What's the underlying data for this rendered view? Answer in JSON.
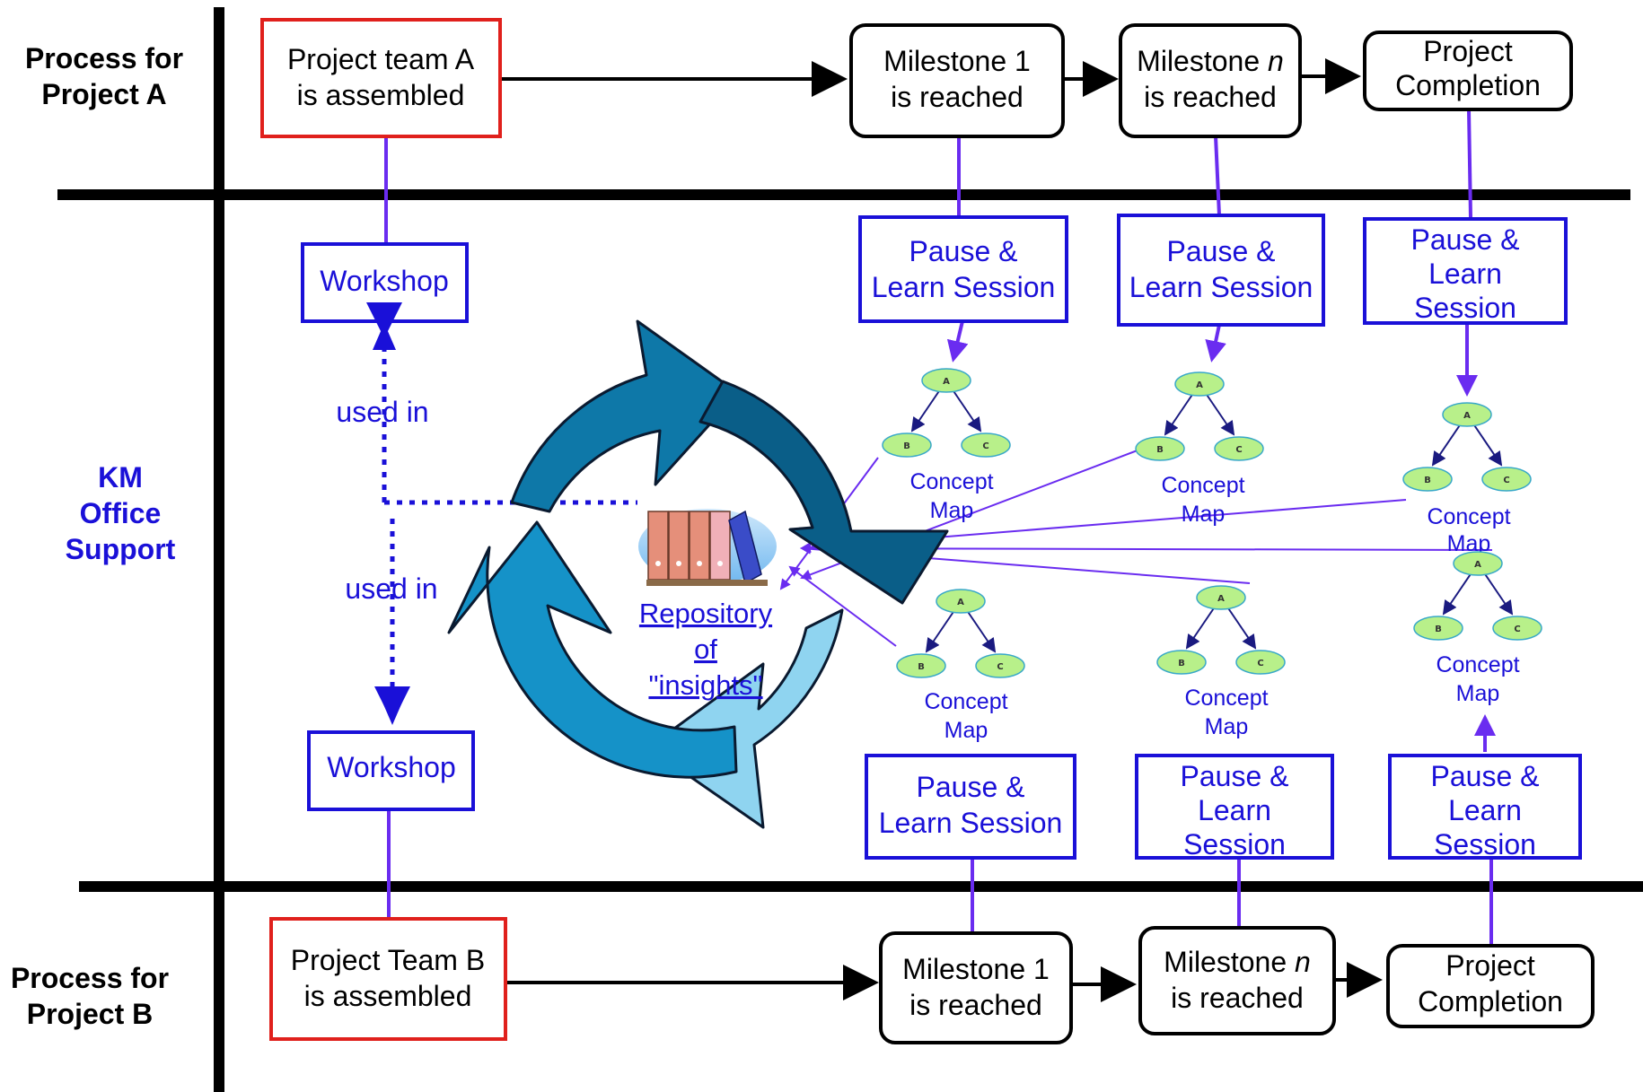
{
  "lanes": {
    "project_a": [
      "Process for",
      "Project A"
    ],
    "km_office": [
      "KM",
      "Office",
      "Support"
    ],
    "project_b": [
      "Process for",
      "Project B"
    ]
  },
  "project_a": {
    "team": [
      "Project team A",
      "is assembled"
    ],
    "milestone_1": [
      "Milestone 1",
      "is reached"
    ],
    "milestone_n": [
      "Milestone ",
      "n",
      " is reached"
    ],
    "completion": [
      "Project",
      "Completion"
    ]
  },
  "project_b": {
    "team": [
      "Project Team B",
      "is assembled"
    ],
    "milestone_1": [
      "Milestone 1",
      "is reached"
    ],
    "milestone_n": [
      "Milestone ",
      "n",
      " is reached"
    ],
    "completion": [
      "Project",
      "Completion"
    ]
  },
  "km": {
    "workshop": "Workshop",
    "used_in": "used in",
    "pause_learn_2line": [
      "Pause &",
      "Learn Session"
    ],
    "pause_learn_3line": [
      "Pause &",
      "Learn",
      "Session"
    ],
    "concept_map": [
      "Concept",
      "Map"
    ],
    "node_labels": [
      "A",
      "B",
      "C"
    ],
    "repository": [
      "Repository",
      "of",
      "\"insights\""
    ]
  },
  "colors": {
    "red_box": "#e0201c",
    "blue": "#1a10d8",
    "purple_line": "#6a2cf0",
    "node_fill": "#b8f08a",
    "arrow_dark": "#0a5e88",
    "arrow_mid": "#1592c8",
    "arrow_light": "#8fd4f0"
  },
  "icons": [
    "cycle-arrows-icon",
    "binders-shelf-icon",
    "concept-map-icon"
  ]
}
